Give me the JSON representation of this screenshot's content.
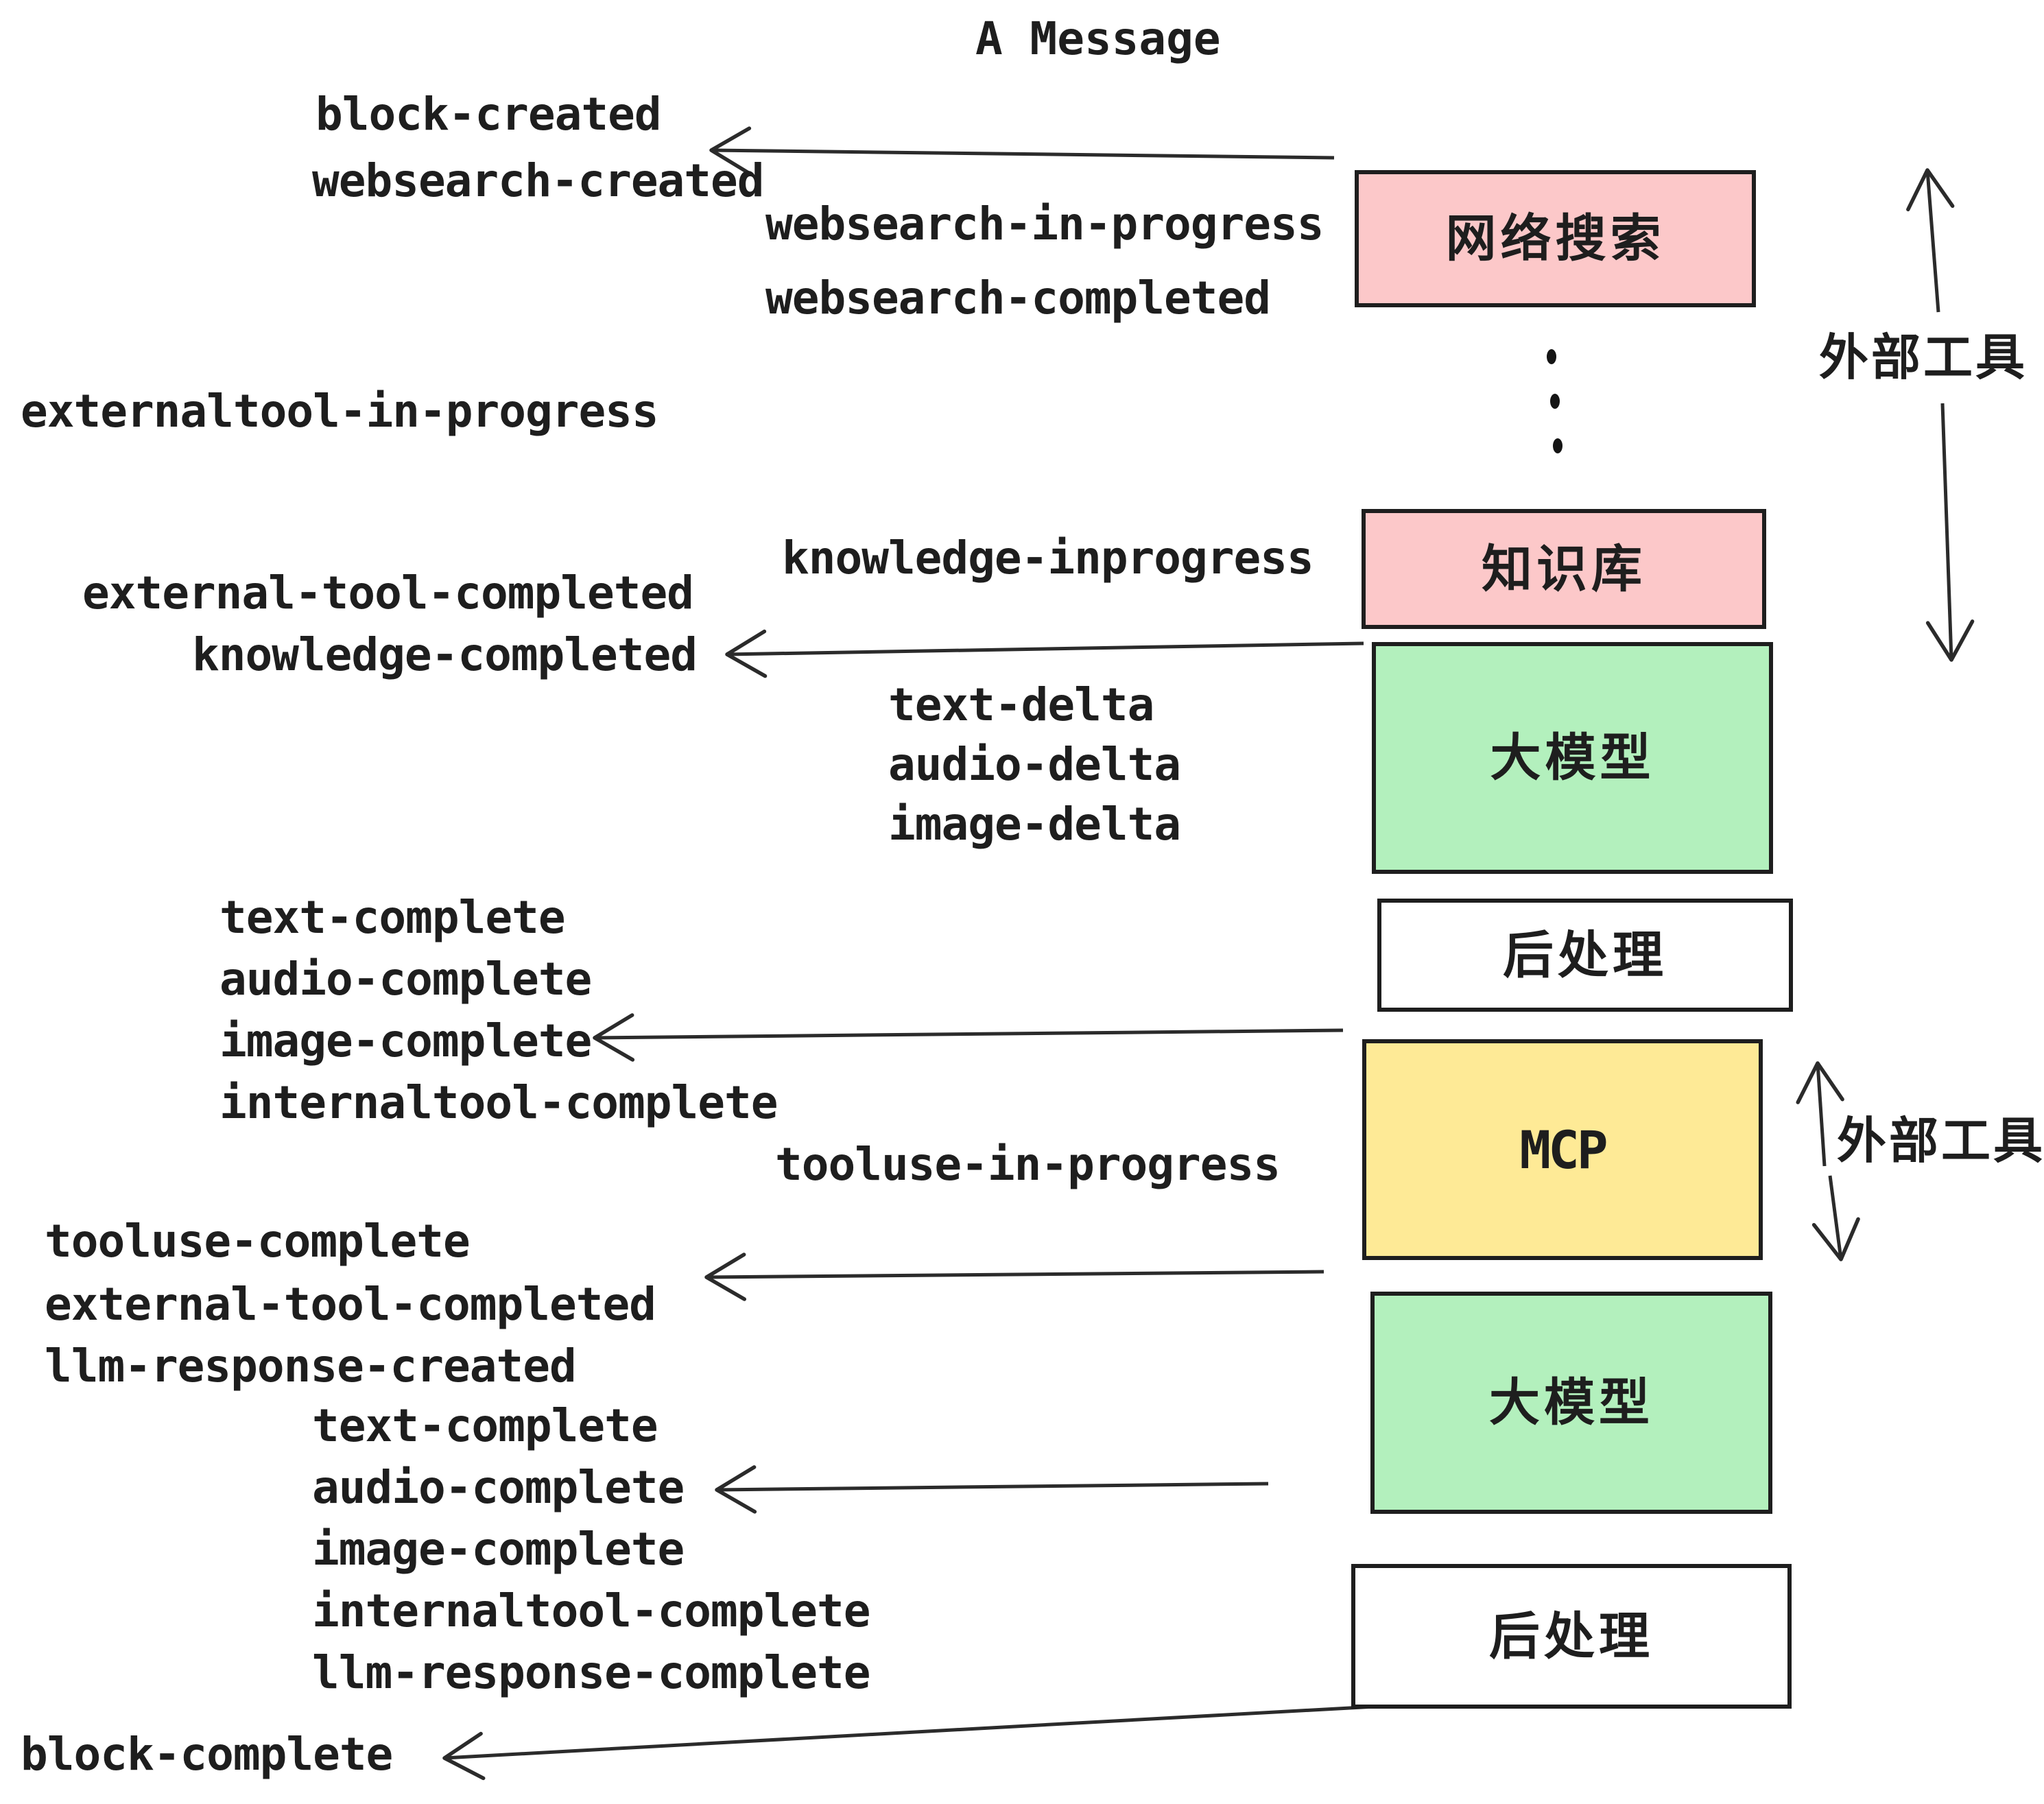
{
  "title": "A Message",
  "colors": {
    "pink": "#fcc8c9",
    "green": "#b3f0bd",
    "yellow": "#feea96",
    "white": "#ffffff",
    "border": "#1e1e1e",
    "line": "#2b2b2b",
    "text": "#1e1e1e",
    "background": "#ffffff"
  },
  "icons": {
    "arrowhead": "open-chevron",
    "ellipsis": "vertical-dots"
  },
  "boxes": [
    {
      "id": "websearch",
      "label": "网络搜索",
      "fill": "pink"
    },
    {
      "id": "knowledge",
      "label": "知识库",
      "fill": "pink"
    },
    {
      "id": "llm-1",
      "label": "大模型",
      "fill": "green"
    },
    {
      "id": "post-1",
      "label": "后处理",
      "fill": "white"
    },
    {
      "id": "mcp",
      "label": "MCP",
      "fill": "yellow"
    },
    {
      "id": "llm-2",
      "label": "大模型",
      "fill": "green"
    },
    {
      "id": "post-2",
      "label": "后处理",
      "fill": "white"
    }
  ],
  "side_labels": [
    {
      "id": "external-tool-top",
      "label": "外部工具"
    },
    {
      "id": "external-tool-mcp",
      "label": "外部工具"
    }
  ],
  "events": [
    "block-created",
    "websearch-created",
    "websearch-in-progress",
    "websearch-completed",
    "externaltool-in-progress",
    "knowledge-inprogress",
    "external-tool-completed",
    "knowledge-completed",
    "text-delta",
    "audio-delta",
    "image-delta",
    "text-complete",
    "audio-complete",
    "image-complete",
    "internaltool-complete",
    "tooluse-in-progress",
    "tooluse-complete",
    "external-tool-completed",
    "llm-response-created",
    "text-complete",
    "audio-complete",
    "image-complete",
    "internaltool-complete",
    "llm-response-complete",
    "block-complete"
  ]
}
